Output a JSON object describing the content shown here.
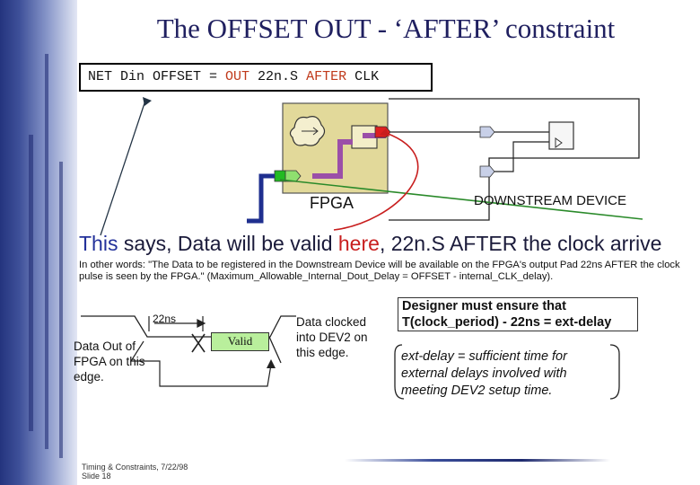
{
  "slide": {
    "title": "The OFFSET OUT - ‘AFTER’ constraint",
    "net_box": {
      "prefix": "NET Din OFFSET = ",
      "out": "OUT",
      "middle": " 22n.S ",
      "after": "AFTER",
      "suffix": " CLK"
    },
    "fpga_label": "FPGA",
    "downstream_label": "DOWNSTREAM DEVICE",
    "statement": {
      "this": "This",
      "part1": " says, Data will be valid ",
      "here": "here",
      "part2": ", 22n.S AFTER the clock arrive"
    },
    "other_words": "In other words: \"The Data to be registered in the Downstream Device will be available on the FPGA's output Pad 22ns AFTER the clock pulse is seen by the FPGA.\" (Maximum_Allowable_Internal_Dout_Delay = OFFSET - internal_CLK_delay).",
    "timing": {
      "ns_label": "22ns",
      "data_out": "Data Out of FPGA on this edge.",
      "valid": "Valid",
      "clocked": "Data clocked into DEV2 on this edge."
    },
    "designer": "Designer must ensure that T(clock_period) - 22ns = ext-delay",
    "ext_delay": "ext-delay = sufficient time for external delays involved with meeting DEV2 setup time.",
    "footer": {
      "line1": "Timing & Constraints, 7/22/98",
      "line2": "Slide 18"
    }
  },
  "colors": {
    "title": "#202060",
    "keyword": "#c0391b",
    "highlight": "#c81e1e",
    "fpga_chip": "#e2d99a",
    "purple_path": "#9b4fa8",
    "blue_wire": "#1f2f8f",
    "valid_fill": "#b9ef9c",
    "green_line": "#2a8a2a",
    "red_arc": "#c81e1e"
  },
  "icons": [
    "clock-buffer-icon",
    "flip-flop-icon",
    "output-pad-icon",
    "input-pad-icon",
    "dff-icon"
  ]
}
